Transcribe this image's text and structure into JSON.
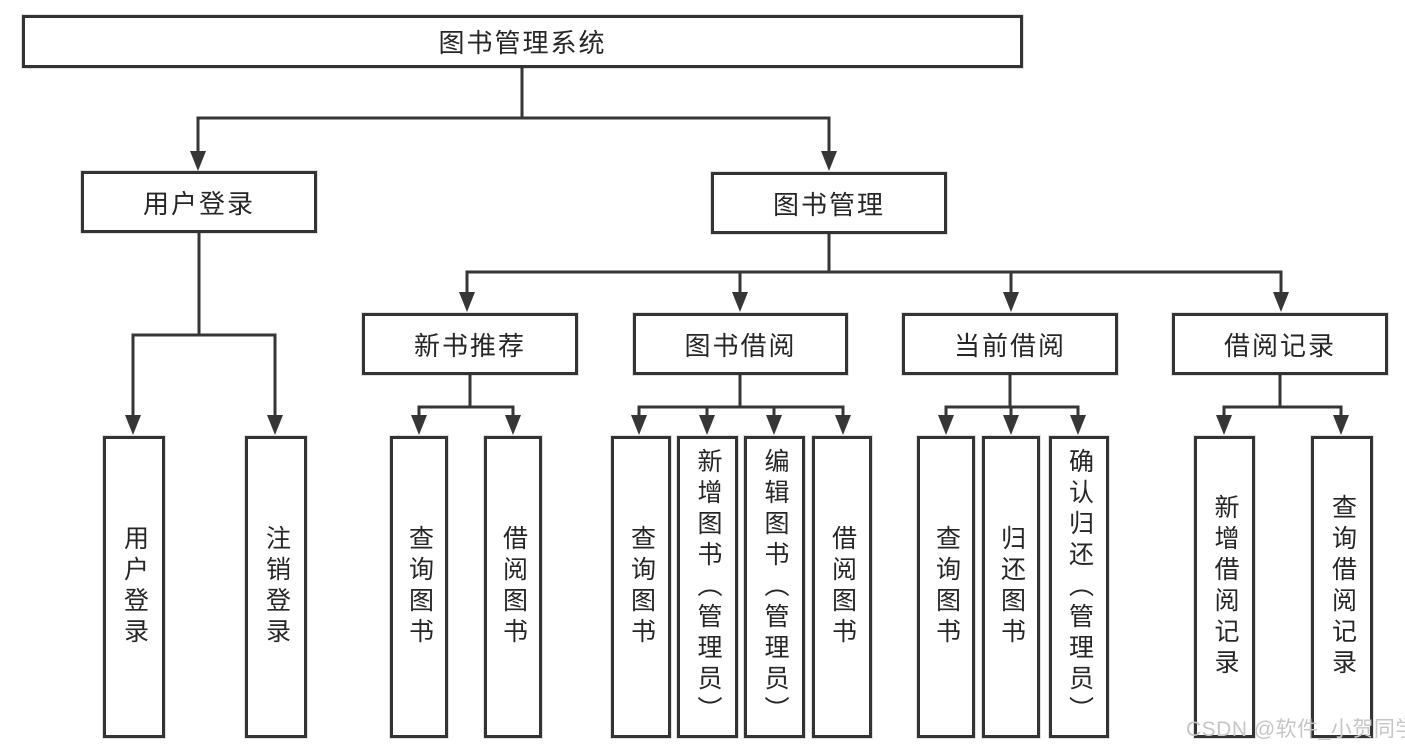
{
  "tree": {
    "label": "图书管理系统",
    "children": [
      {
        "label": "用户登录",
        "children": [
          {
            "label": "用户登录"
          },
          {
            "label": "注销登录"
          }
        ]
      },
      {
        "label": "图书管理",
        "children": [
          {
            "label": "新书推荐",
            "children": [
              {
                "label": "查询图书"
              },
              {
                "label": "借阅图书"
              }
            ]
          },
          {
            "label": "图书借阅",
            "children": [
              {
                "label": "查询图书"
              },
              {
                "label": "新增图书（管理员）"
              },
              {
                "label": "编辑图书（管理员）"
              },
              {
                "label": "借阅图书"
              }
            ]
          },
          {
            "label": "当前借阅",
            "children": [
              {
                "label": "查询图书"
              },
              {
                "label": "归还图书"
              },
              {
                "label": "确认归还（管理员）"
              }
            ]
          },
          {
            "label": "借阅记录",
            "children": [
              {
                "label": "新增借阅记录"
              },
              {
                "label": "查询借阅记录"
              }
            ]
          }
        ]
      }
    ]
  },
  "watermark": {
    "text": "CSDN @软件_小贺同学"
  },
  "colors": {
    "line": "#363636",
    "box_border": "#333333",
    "box_background": "#ffffff",
    "text": "#262626",
    "watermark": "#c6c6c6",
    "page_background": "#ffffff"
  }
}
